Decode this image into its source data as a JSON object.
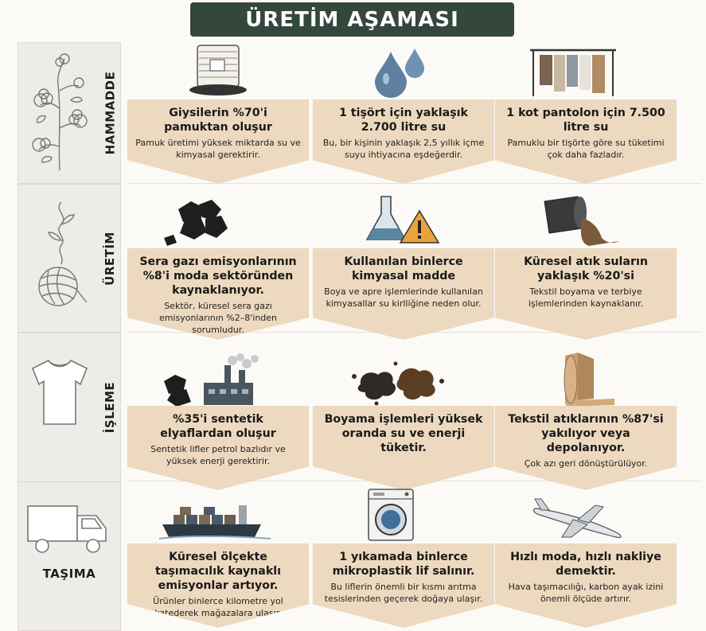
{
  "title": "ÜRETİM AŞAMASI",
  "stages": [
    {
      "label": "HAMMADDE",
      "icon": "cotton-plant-icon",
      "cards": [
        {
          "icon": "fabric-roll-icon",
          "title": "Giysilerin %70'i pamuktan oluşur",
          "body": "Pamuk üretimi yüksek miktarda su ve kimyasal gerektirir."
        },
        {
          "icon": "water-drops-icon",
          "title": "1 tişört için yaklaşık 2.700 litre su",
          "body": "Bu, bir kişinin yaklaşık 2,5 yıllık içme suyu ihtiyacına eşdeğerdir."
        },
        {
          "icon": "clothes-rack-icon",
          "title": "1 kot pantolon için 7.500 litre su",
          "body": "Pamuklu bir tişörte göre su tüketimi çok daha fazladır."
        }
      ]
    },
    {
      "label": "ÜRETİM",
      "icon": "yarn-ball-icon",
      "cards": [
        {
          "icon": "coal-icon",
          "title": "Sera gazı emisyonlarının %8'i moda sektöründen kaynaklanıyor.",
          "body": "Sektör, küresel sera gazı emisyonlarının %2–8'inden sorumludur."
        },
        {
          "icon": "chemical-flask-warning-icon",
          "title": "Kullanılan binlerce kimyasal madde",
          "body": "Boya ve apre işlemlerinde kullanılan kimyasallar su kirlliğine neden olur."
        },
        {
          "icon": "waste-barrel-icon",
          "title": "Küresel atık suların yaklaşık %20'si",
          "body": "Tekstil boyama ve terbiye işlemlerinden kaynaklanır."
        }
      ]
    },
    {
      "label": "İŞLEME",
      "icon": "tshirt-icon",
      "cards": [
        {
          "icon": "factory-coal-icon",
          "title": "%35'i sentetik elyaflardan oluşur",
          "body": "Sentetik lifler petrol bazlıdır ve yüksek enerji gerektirir."
        },
        {
          "icon": "dye-splash-icon",
          "title": "Boyama işlemleri yüksek oranda su ve enerji tüketir.",
          "body": ""
        },
        {
          "icon": "textile-roll-icon",
          "title": "Tekstil atıklarının %87'si yakılıyor veya depolanıyor.",
          "body": "Çok azı geri dönüştürülüyor."
        }
      ]
    },
    {
      "label": "TAŞIMA",
      "icon": "truck-icon",
      "cards": [
        {
          "icon": "cargo-ship-icon",
          "title": "Küresel ölçekte taşımacılık kaynaklı emisyonlar artıyor.",
          "body": "Ürünler binlerce kilometre yol katederek mağazalara ulaşır."
        },
        {
          "icon": "washing-machine-icon",
          "title": "1 yıkamada binlerce mikroplastik lif salınır.",
          "body": "Bu liflerin önemli bir kısmı arıtma tesislerinden geçerek doğaya ulaşır."
        },
        {
          "icon": "airplane-icon",
          "title": "Hızlı moda, hızlı nakliye demektir.",
          "body": "Hava taşımacılığı, karbon ayak izini önemli ölçüde artırır."
        }
      ]
    }
  ],
  "colors": {
    "title_bg": "#33473d",
    "card_bg": "#ecd9bf",
    "sidebar_bg": "#eeece8"
  }
}
